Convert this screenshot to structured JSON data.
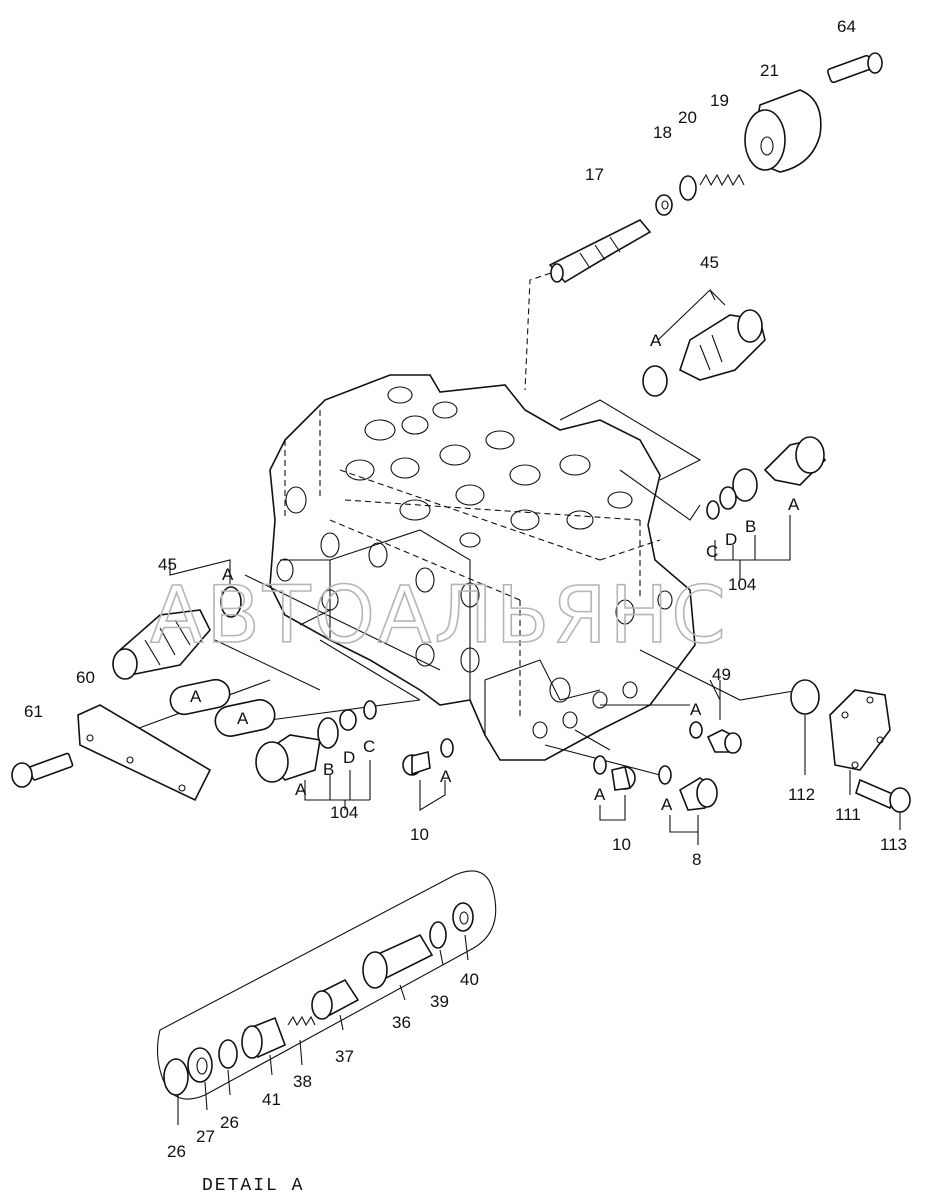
{
  "watermark": "АВТОАЛЬЯНС",
  "detail_title": "DETAIL  A",
  "labels": {
    "p64": "64",
    "p21": "21",
    "p19": "19",
    "p20": "20",
    "p18": "18",
    "p17": "17",
    "p45_top": "45",
    "a_45_top": "A",
    "a_right": "A",
    "b_right": "B",
    "c_right": "C",
    "d_right": "D",
    "p104_right": "104",
    "p45_left": "45",
    "a_45_left": "A",
    "p60": "60",
    "p61": "61",
    "a_cap1": "A",
    "a_cap2": "A",
    "a_left_plug": "A",
    "b_left": "B",
    "d_left": "D",
    "c_left": "C",
    "p104_left": "104",
    "a_10a": "A",
    "p10a": "10",
    "a_10b": "A",
    "p10b": "10",
    "a_8": "A",
    "p8": "8",
    "p49": "49",
    "a_49": "A",
    "p112": "112",
    "p111": "111",
    "p113": "113",
    "d40": "40",
    "d39": "39",
    "d36": "36",
    "d37": "37",
    "d38": "38",
    "d41": "41",
    "d26a": "26",
    "d27": "27",
    "d26b": "26"
  }
}
